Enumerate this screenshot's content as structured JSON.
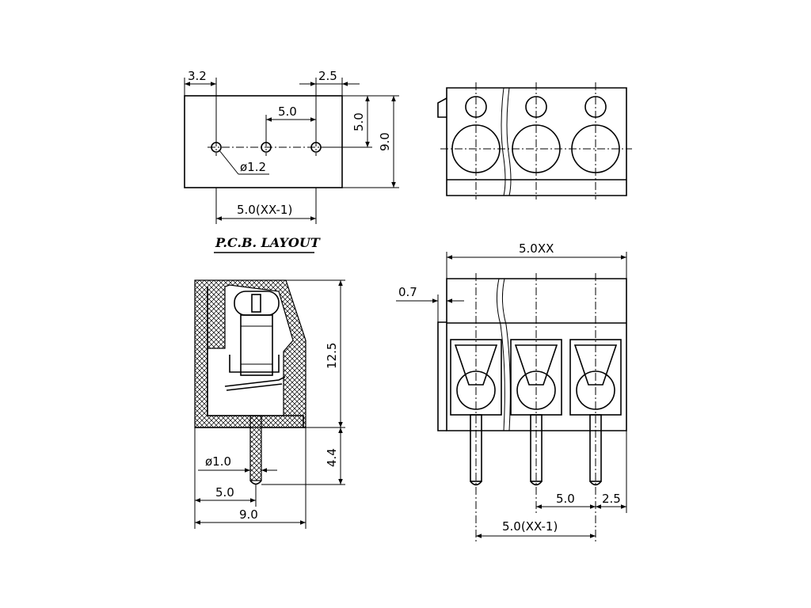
{
  "pcb_layout": {
    "title": "P.C.B. LAYOUT",
    "dim_edge": "3.2",
    "dim_edge_right": "2.5",
    "dim_pitch": "5.0",
    "dim_hole_row": "5.0",
    "dim_depth": "9.0",
    "dim_hole_dia": "ø1.2",
    "dim_span": "5.0(XX-1)"
  },
  "side_view": {
    "dim_height": "12.5",
    "dim_pin_length": "4.4",
    "dim_pin_dia": "ø1.0",
    "dim_pin_offset": "5.0",
    "dim_depth": "9.0"
  },
  "front_view": {
    "dim_total": "5.0XX",
    "dim_step": "0.7",
    "dim_pitch": "5.0",
    "dim_edge": "2.5",
    "dim_span": "5.0(XX-1)"
  },
  "top_view": {
    "pole_count": 3
  }
}
